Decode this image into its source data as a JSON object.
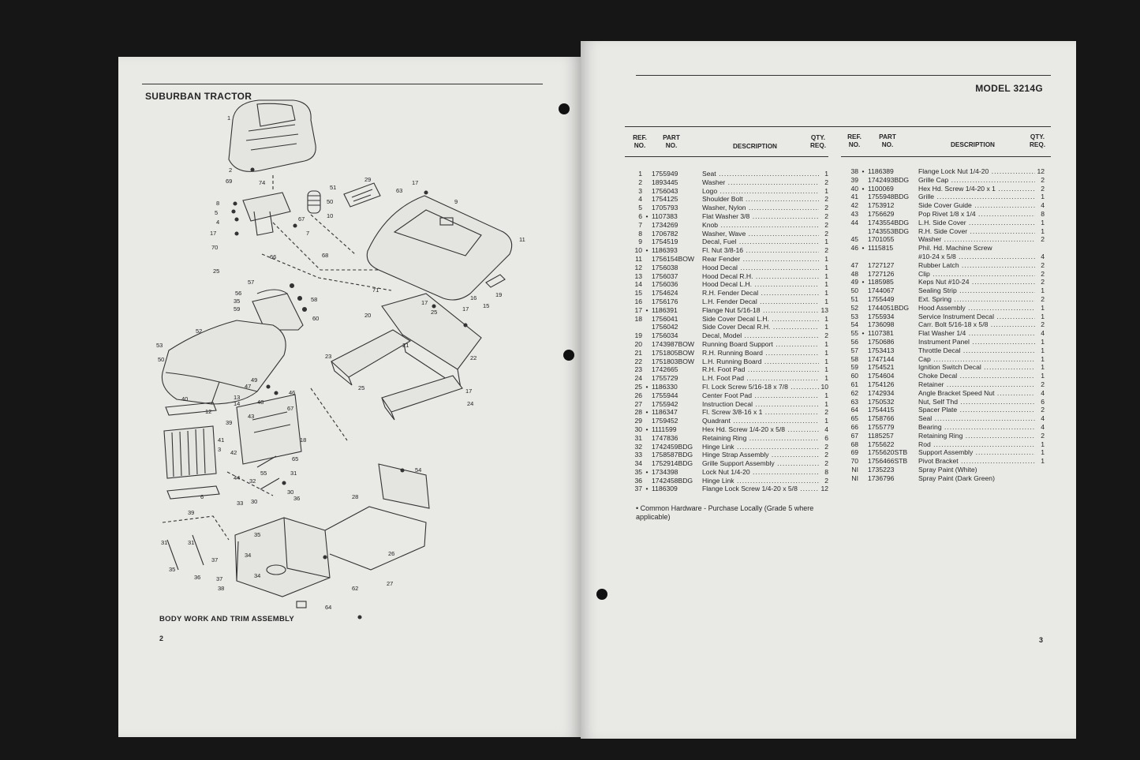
{
  "left_page": {
    "title": "SUBURBAN TRACTOR",
    "caption": "BODY WORK AND TRIM ASSEMBLY",
    "page_number": "2",
    "callouts": [
      "1",
      "2",
      "69",
      "74",
      "8",
      "5",
      "4",
      "17",
      "70",
      "25",
      "51",
      "50",
      "10",
      "67",
      "7",
      "66",
      "68",
      "29",
      "63",
      "17",
      "9",
      "11",
      "71",
      "16",
      "15",
      "19",
      "57",
      "56",
      "35",
      "59",
      "58",
      "60",
      "20",
      "17",
      "25",
      "17",
      "25",
      "21",
      "22",
      "23",
      "52",
      "53",
      "50",
      "13",
      "14",
      "12",
      "40",
      "39",
      "45",
      "43",
      "41",
      "44",
      "42",
      "18",
      "65",
      "46",
      "49",
      "47",
      "48",
      "3",
      "39",
      "32",
      "31",
      "33",
      "30",
      "36",
      "34",
      "37",
      "38",
      "35",
      "31",
      "37",
      "36",
      "35",
      "24",
      "25",
      "17",
      "27",
      "26",
      "62",
      "64",
      "54",
      "30",
      "55",
      "34",
      "28",
      "6",
      "31"
    ]
  },
  "right_page": {
    "model": "MODEL 3214G",
    "page_number": "3",
    "headers": {
      "ref": "REF.\nNO.",
      "part": "PART\nNO.",
      "description": "DESCRIPTION",
      "qty": "QTY.\nREQ."
    },
    "table_left": [
      {
        "ref": "1",
        "b": "",
        "part": "1755949",
        "desc": "Seat",
        "qty": "1"
      },
      {
        "ref": "2",
        "b": "",
        "part": "1893445",
        "desc": "Washer",
        "qty": "2"
      },
      {
        "ref": "3",
        "b": "",
        "part": "1756043",
        "desc": "Logo",
        "qty": "1"
      },
      {
        "ref": "4",
        "b": "",
        "part": "1754125",
        "desc": "Shoulder Bolt",
        "qty": "2"
      },
      {
        "ref": "5",
        "b": "",
        "part": "1705793",
        "desc": "Washer, Nylon",
        "qty": "2"
      },
      {
        "ref": "6",
        "b": "•",
        "part": "1107383",
        "desc": "Flat Washer 3/8",
        "qty": "2"
      },
      {
        "ref": "7",
        "b": "",
        "part": "1734269",
        "desc": "Knob",
        "qty": "2"
      },
      {
        "ref": "8",
        "b": "",
        "part": "1706782",
        "desc": "Washer, Wave",
        "qty": "2"
      },
      {
        "ref": "9",
        "b": "",
        "part": "1754519",
        "desc": "Decal, Fuel",
        "qty": "1"
      },
      {
        "ref": "10",
        "b": "•",
        "part": "1186393",
        "desc": "Fl. Nut 3/8-16",
        "qty": "2"
      },
      {
        "ref": "11",
        "b": "",
        "part": "1756154BOW",
        "desc": "Rear Fender",
        "qty": "1"
      },
      {
        "ref": "12",
        "b": "",
        "part": "1756038",
        "desc": "Hood Decal",
        "qty": "1"
      },
      {
        "ref": "13",
        "b": "",
        "part": "1756037",
        "desc": "Hood Decal R.H.",
        "qty": "1"
      },
      {
        "ref": "14",
        "b": "",
        "part": "1756036",
        "desc": "Hood Decal L.H.",
        "qty": "1"
      },
      {
        "ref": "15",
        "b": "",
        "part": "1754624",
        "desc": "R.H. Fender Decal",
        "qty": "1"
      },
      {
        "ref": "16",
        "b": "",
        "part": "1756176",
        "desc": "L.H. Fender Decal",
        "qty": "1"
      },
      {
        "ref": "17",
        "b": "•",
        "part": "1186391",
        "desc": "Flange Nut 5/16-18",
        "qty": "13"
      },
      {
        "ref": "18",
        "b": "",
        "part": "1756041",
        "desc": "Side Cover Decal L.H.",
        "qty": "1"
      },
      {
        "ref": "",
        "b": "",
        "part": "1756042",
        "desc": "Side Cover Decal R.H.",
        "qty": "1"
      },
      {
        "ref": "19",
        "b": "",
        "part": "1756034",
        "desc": "Decal, Model",
        "qty": "2"
      },
      {
        "ref": "20",
        "b": "",
        "part": "1743987BOW",
        "desc": "Running Board Support",
        "qty": "1"
      },
      {
        "ref": "21",
        "b": "",
        "part": "1751805BOW",
        "desc": "R.H. Running Board",
        "qty": "1"
      },
      {
        "ref": "22",
        "b": "",
        "part": "1751803BOW",
        "desc": "L.H. Running Board",
        "qty": "1"
      },
      {
        "ref": "23",
        "b": "",
        "part": "1742665",
        "desc": "R.H. Foot Pad",
        "qty": "1"
      },
      {
        "ref": "24",
        "b": "",
        "part": "1755729",
        "desc": "L.H. Foot Pad",
        "qty": "1"
      },
      {
        "ref": "25",
        "b": "•",
        "part": "1186330",
        "desc": "Fl. Lock Screw 5/16-18 x 7/8",
        "qty": "10"
      },
      {
        "ref": "26",
        "b": "",
        "part": "1755944",
        "desc": "Center Foot Pad",
        "qty": "1"
      },
      {
        "ref": "27",
        "b": "",
        "part": "1755942",
        "desc": "Instruction Decal",
        "qty": "1"
      },
      {
        "ref": "28",
        "b": "•",
        "part": "1186347",
        "desc": "Fl. Screw 3/8-16 x 1",
        "qty": "2"
      },
      {
        "ref": "29",
        "b": "",
        "part": "1759452",
        "desc": "Quadrant",
        "qty": "1"
      },
      {
        "ref": "30",
        "b": "•",
        "part": "1111599",
        "desc": "Hex Hd. Screw 1/4-20 x 5/8",
        "qty": "4"
      },
      {
        "ref": "31",
        "b": "",
        "part": "1747836",
        "desc": "Retaining Ring",
        "qty": "6"
      },
      {
        "ref": "32",
        "b": "",
        "part": "1742459BDG",
        "desc": "Hinge Link",
        "qty": "2"
      },
      {
        "ref": "33",
        "b": "",
        "part": "1758587BDG",
        "desc": "Hinge Strap Assembly",
        "qty": "2"
      },
      {
        "ref": "34",
        "b": "",
        "part": "1752914BDG",
        "desc": "Grille Support Assembly",
        "qty": "2"
      },
      {
        "ref": "35",
        "b": "•",
        "part": "1734398",
        "desc": "Lock Nut 1/4-20",
        "qty": "8"
      },
      {
        "ref": "36",
        "b": "",
        "part": "1742458BDG",
        "desc": "Hinge Link",
        "qty": "2"
      },
      {
        "ref": "37",
        "b": "•",
        "part": "1186309",
        "desc": "Flange Lock Screw 1/4-20 x 5/8",
        "qty": "12"
      }
    ],
    "table_right": [
      {
        "ref": "38",
        "b": "•",
        "part": "1186389",
        "desc": "Flange Lock Nut 1/4-20",
        "qty": "12"
      },
      {
        "ref": "39",
        "b": "",
        "part": "1742493BDG",
        "desc": "Grille Cap",
        "qty": "2"
      },
      {
        "ref": "40",
        "b": "•",
        "part": "1100069",
        "desc": "Hex Hd. Screw 1/4-20 x 1",
        "qty": "2"
      },
      {
        "ref": "41",
        "b": "",
        "part": "1755948BDG",
        "desc": "Grille",
        "qty": "1"
      },
      {
        "ref": "42",
        "b": "",
        "part": "1753912",
        "desc": "Side Cover Guide",
        "qty": "4"
      },
      {
        "ref": "43",
        "b": "",
        "part": "1756629",
        "desc": "Pop Rivet 1/8 x 1/4",
        "qty": "8"
      },
      {
        "ref": "44",
        "b": "",
        "part": "1743554BDG",
        "desc": "L.H. Side Cover",
        "qty": "1"
      },
      {
        "ref": "",
        "b": "",
        "part": "1743553BDG",
        "desc": "R.H. Side Cover",
        "qty": "1"
      },
      {
        "ref": "45",
        "b": "",
        "part": "1701055",
        "desc": "Washer",
        "qty": "2"
      },
      {
        "ref": "46",
        "b": "•",
        "part": "1115815",
        "desc": "Phil. Hd. Machine Screw",
        "qty": ""
      },
      {
        "ref": "",
        "b": "",
        "part": "",
        "desc": "#10-24 x 5/8",
        "qty": "4"
      },
      {
        "ref": "47",
        "b": "",
        "part": "1727127",
        "desc": "Rubber Latch",
        "qty": "2"
      },
      {
        "ref": "48",
        "b": "",
        "part": "1727126",
        "desc": "Clip",
        "qty": "2"
      },
      {
        "ref": "49",
        "b": "•",
        "part": "1185985",
        "desc": "Keps Nut #10-24",
        "qty": "2"
      },
      {
        "ref": "50",
        "b": "",
        "part": "1744067",
        "desc": "Sealing Strip",
        "qty": "1"
      },
      {
        "ref": "51",
        "b": "",
        "part": "1755449",
        "desc": "Ext. Spring",
        "qty": "2"
      },
      {
        "ref": "52",
        "b": "",
        "part": "1744051BDG",
        "desc": "Hood Assembly",
        "qty": "1"
      },
      {
        "ref": "53",
        "b": "",
        "part": "1755934",
        "desc": "Service Instrument Decal",
        "qty": "1"
      },
      {
        "ref": "54",
        "b": "",
        "part": "1736098",
        "desc": "Carr. Bolt 5/16-18 x 5/8",
        "qty": "2"
      },
      {
        "ref": "55",
        "b": "•",
        "part": "1107381",
        "desc": "Flat Washer 1/4",
        "qty": "4"
      },
      {
        "ref": "56",
        "b": "",
        "part": "1750686",
        "desc": "Instrument Panel",
        "qty": "1"
      },
      {
        "ref": "57",
        "b": "",
        "part": "1753413",
        "desc": "Throttle Decal",
        "qty": "1"
      },
      {
        "ref": "58",
        "b": "",
        "part": "1747144",
        "desc": "Cap",
        "qty": "1"
      },
      {
        "ref": "59",
        "b": "",
        "part": "1754521",
        "desc": "Ignition Switch Decal",
        "qty": "1"
      },
      {
        "ref": "60",
        "b": "",
        "part": "1754604",
        "desc": "Choke Decal",
        "qty": "1"
      },
      {
        "ref": "61",
        "b": "",
        "part": "1754126",
        "desc": "Retainer",
        "qty": "2"
      },
      {
        "ref": "62",
        "b": "",
        "part": "1742934",
        "desc": "Angle Bracket Speed Nut",
        "qty": "4"
      },
      {
        "ref": "63",
        "b": "",
        "part": "1750532",
        "desc": "Nut, Self Thd",
        "qty": "6"
      },
      {
        "ref": "64",
        "b": "",
        "part": "1754415",
        "desc": "Spacer Plate",
        "qty": "2"
      },
      {
        "ref": "65",
        "b": "",
        "part": "1758766",
        "desc": "Seal",
        "qty": "4"
      },
      {
        "ref": "66",
        "b": "",
        "part": "1755779",
        "desc": "Bearing",
        "qty": "4"
      },
      {
        "ref": "67",
        "b": "",
        "part": "1185257",
        "desc": "Retaining Ring",
        "qty": "2"
      },
      {
        "ref": "68",
        "b": "",
        "part": "1755622",
        "desc": "Rod",
        "qty": "1"
      },
      {
        "ref": "69",
        "b": "",
        "part": "1755620STB",
        "desc": "Support Assembly",
        "qty": "1"
      },
      {
        "ref": "70",
        "b": "",
        "part": "1756466STB",
        "desc": "Pivot Bracket",
        "qty": "1"
      },
      {
        "ref": "NI",
        "b": "",
        "part": "1735223",
        "desc": "Spray Paint (White)",
        "qty": ""
      },
      {
        "ref": "NI",
        "b": "",
        "part": "1736796",
        "desc": "Spray Paint (Dark Green)",
        "qty": ""
      }
    ],
    "footnote": "• Common Hardware - Purchase Locally (Grade 5 where applicable)"
  }
}
